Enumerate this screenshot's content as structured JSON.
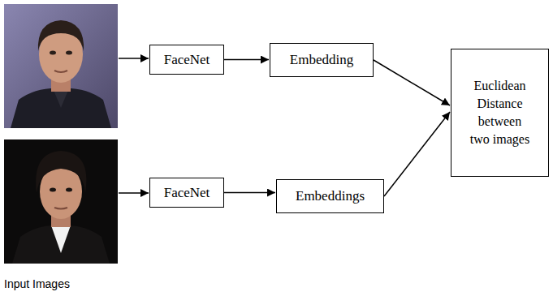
{
  "diagram": {
    "nodes": [
      {
        "text": [
          "FaceNet"
        ]
      },
      {
        "text": [
          "Embedding"
        ]
      },
      {
        "text": [
          "FaceNet"
        ]
      },
      {
        "text": [
          "Embeddings"
        ]
      },
      {
        "text": [
          "Euclidean Distance between two images"
        ]
      }
    ],
    "edges": [
      {
        "from": 0,
        "to": 1,
        "arrow": "to"
      },
      {
        "from": 2,
        "to": 3,
        "arrow": "to"
      },
      {
        "from": 1,
        "to": 4,
        "arrow": "to"
      },
      {
        "from": 3,
        "to": 4,
        "arrow": "to"
      }
    ],
    "labels": [
      "Input Images"
    ]
  }
}
